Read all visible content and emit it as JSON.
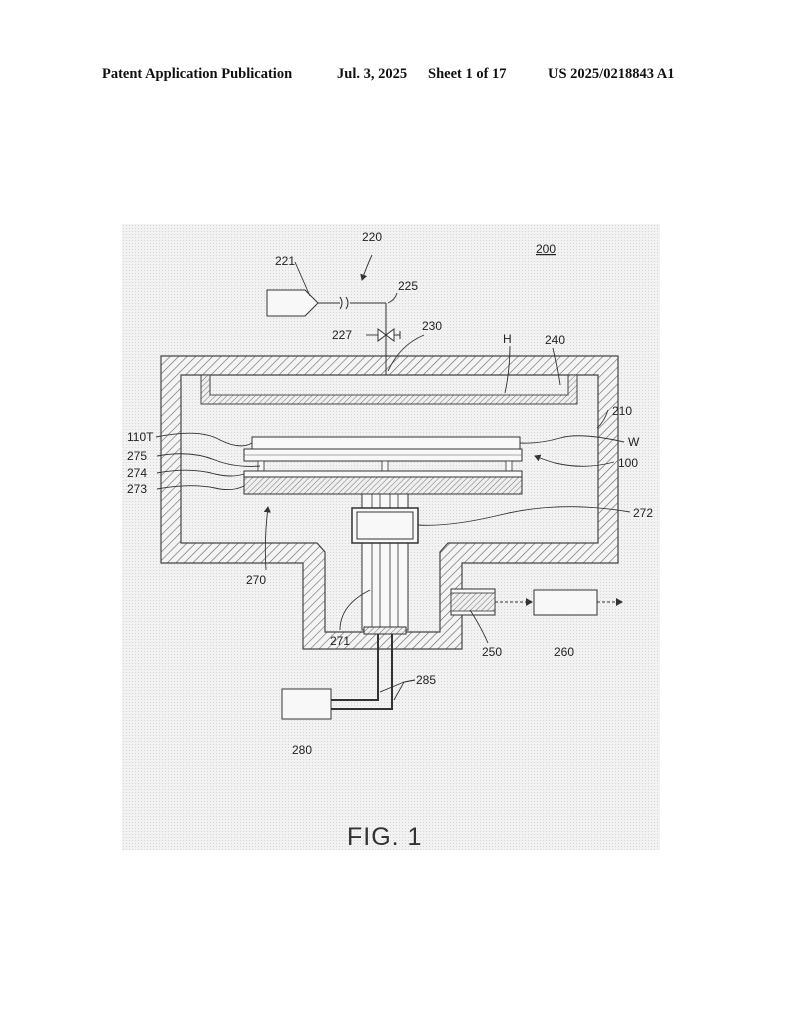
{
  "header": {
    "left": "Patent Application Publication",
    "date": "Jul. 3, 2025",
    "sheet": "Sheet 1 of 17",
    "pub_number": "US 2025/0218843 A1"
  },
  "figure": {
    "caption": "FIG. 1",
    "labels": {
      "l200": "200",
      "l220": "220",
      "l221": "221",
      "l225": "225",
      "l227": "227",
      "l230": "230",
      "lH": "H",
      "l240": "240",
      "l210": "210",
      "l110T": "110T",
      "lW": "W",
      "l100": "100",
      "l275": "275",
      "l274": "274",
      "l273": "273",
      "l272": "272",
      "l270": "270",
      "l271": "271",
      "l250": "250",
      "l260": "260",
      "l285": "285",
      "l280": "280"
    }
  }
}
